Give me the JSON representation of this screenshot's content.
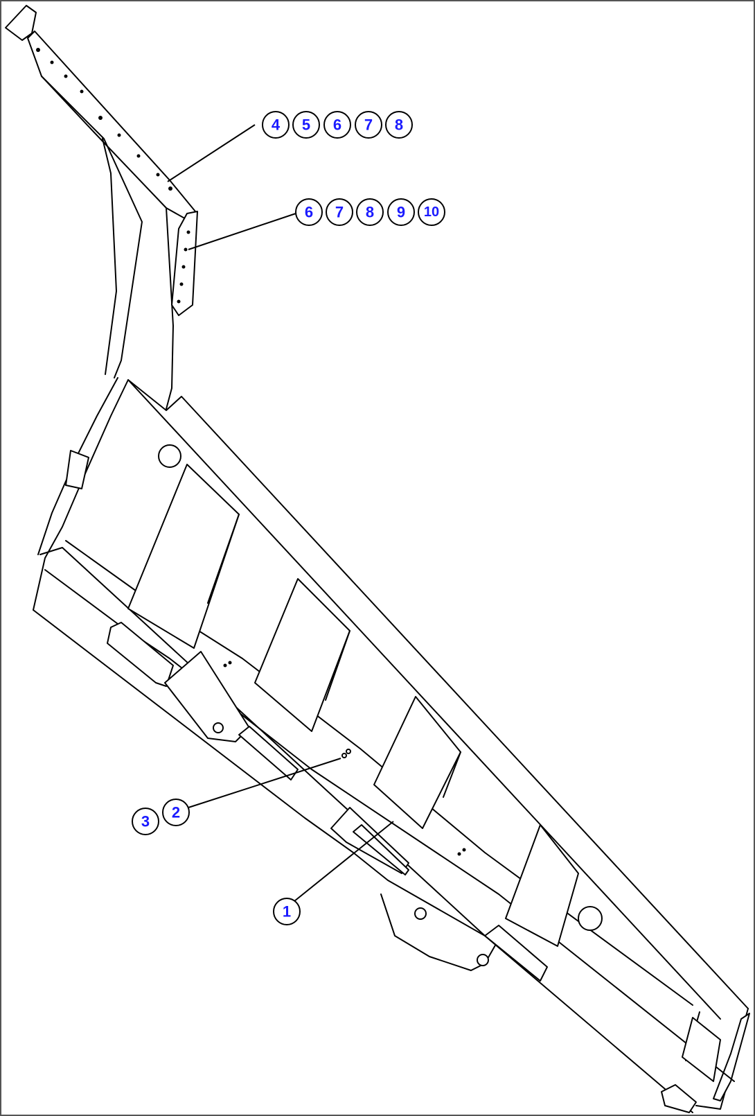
{
  "callouts": [
    {
      "id": "callout-group-top",
      "labels": [
        "4",
        "5",
        "6",
        "7",
        "8"
      ]
    },
    {
      "id": "callout-group-upper",
      "labels": [
        "6",
        "7",
        "8",
        "9",
        "10"
      ]
    },
    {
      "id": "callout-group-left",
      "labels": [
        "3",
        "2"
      ]
    },
    {
      "id": "callout-group-bottom",
      "labels": [
        "1"
      ]
    }
  ],
  "colors": {
    "callout_text": "#1a1aff",
    "line": "#000000",
    "background": "#ffffff"
  }
}
